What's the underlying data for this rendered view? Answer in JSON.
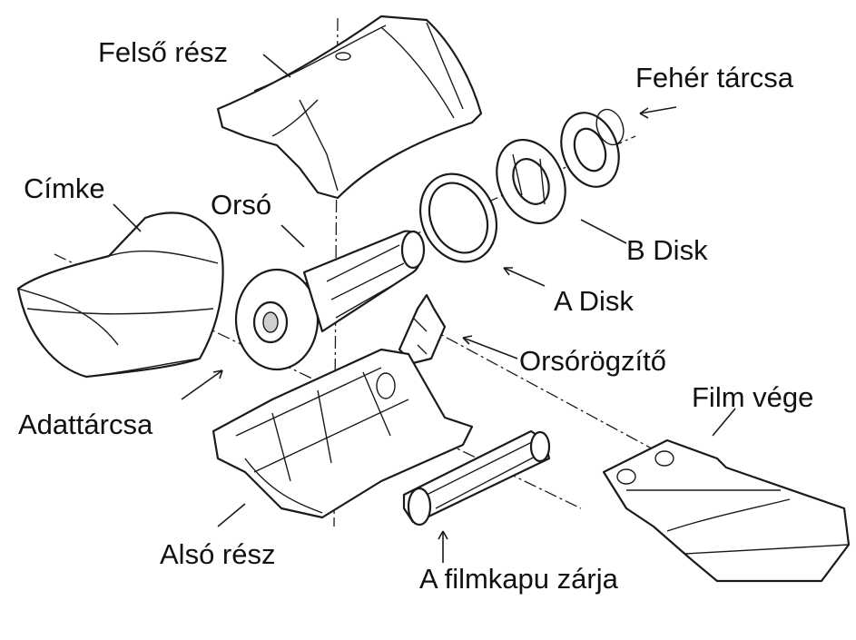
{
  "labels": {
    "felso_resz": "Felső rész",
    "feher_tarcsa": "Fehér tárcsa",
    "cimke": "Címke",
    "orso": "Orsó",
    "b_disk": "B Disk",
    "a_disk": "A Disk",
    "orsorogzito": "Orsórögzítő",
    "film_vege": "Film vége",
    "adattarcsa": "Adattárcsa",
    "also_resz": "Alsó rész",
    "filmkapu_zarja": "A filmkapu zárja"
  },
  "colors": {
    "line": "#1a1a1a",
    "background": "#ffffff",
    "text": "#111111"
  }
}
